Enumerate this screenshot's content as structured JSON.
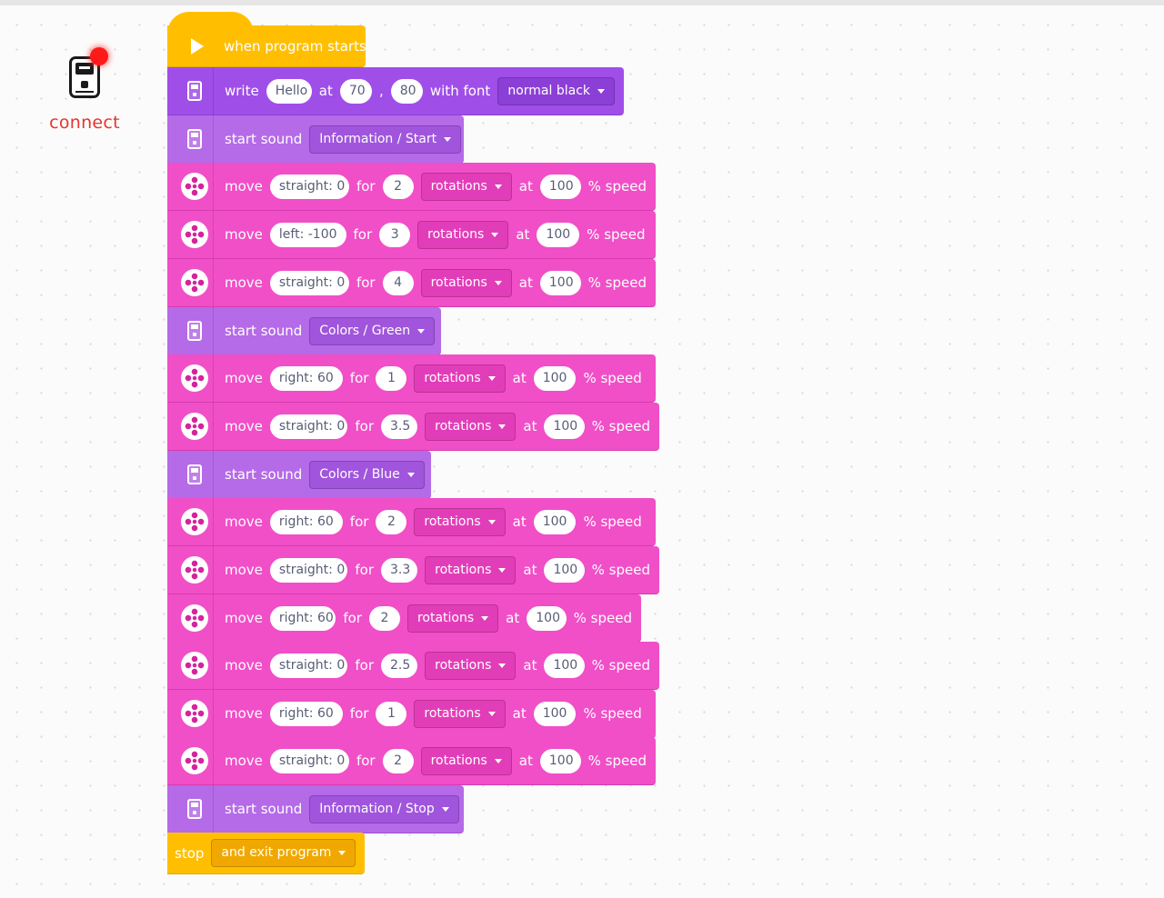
{
  "connect": {
    "label": "connect"
  },
  "hat": {
    "label": "when program starts"
  },
  "write_block": {
    "label": "write",
    "text": "Hello",
    "at_label": "at",
    "x": "70",
    "sep": ",",
    "y": "80",
    "font_label": "with font",
    "font": "normal black"
  },
  "move_labels": {
    "move": "move",
    "for": "for",
    "at": "at",
    "speed": "% speed"
  },
  "sound_label": "start sound",
  "blocks": [
    {
      "type": "sound",
      "sound": "Information / Start"
    },
    {
      "type": "move",
      "steer": "straight: 0",
      "amount": "2",
      "unit": "rotations",
      "speed": "100"
    },
    {
      "type": "move",
      "steer": "left: -100",
      "amount": "3",
      "unit": "rotations",
      "speed": "100"
    },
    {
      "type": "move",
      "steer": "straight: 0",
      "amount": "4",
      "unit": "rotations",
      "speed": "100"
    },
    {
      "type": "sound",
      "sound": "Colors / Green"
    },
    {
      "type": "move",
      "steer": "right: 60",
      "amount": "1",
      "unit": "rotations",
      "speed": "100"
    },
    {
      "type": "move",
      "steer": "straight: 0",
      "amount": "3.5",
      "unit": "rotations",
      "speed": "100"
    },
    {
      "type": "sound",
      "sound": "Colors / Blue"
    },
    {
      "type": "move",
      "steer": "right: 60",
      "amount": "2",
      "unit": "rotations",
      "speed": "100"
    },
    {
      "type": "move",
      "steer": "straight: 0",
      "amount": "3.3",
      "unit": "rotations",
      "speed": "100"
    },
    {
      "type": "move",
      "steer": "right: 60",
      "amount": "2",
      "unit": "rotations",
      "speed": "100"
    },
    {
      "type": "move",
      "steer": "straight: 0",
      "amount": "2.5",
      "unit": "rotations",
      "speed": "100"
    },
    {
      "type": "move",
      "steer": "right: 60",
      "amount": "1",
      "unit": "rotations",
      "speed": "100"
    },
    {
      "type": "move",
      "steer": "straight: 0",
      "amount": "2",
      "unit": "rotations",
      "speed": "100"
    },
    {
      "type": "sound",
      "sound": "Information / Stop"
    }
  ],
  "stop_block": {
    "label": "stop",
    "option": "and exit program"
  }
}
